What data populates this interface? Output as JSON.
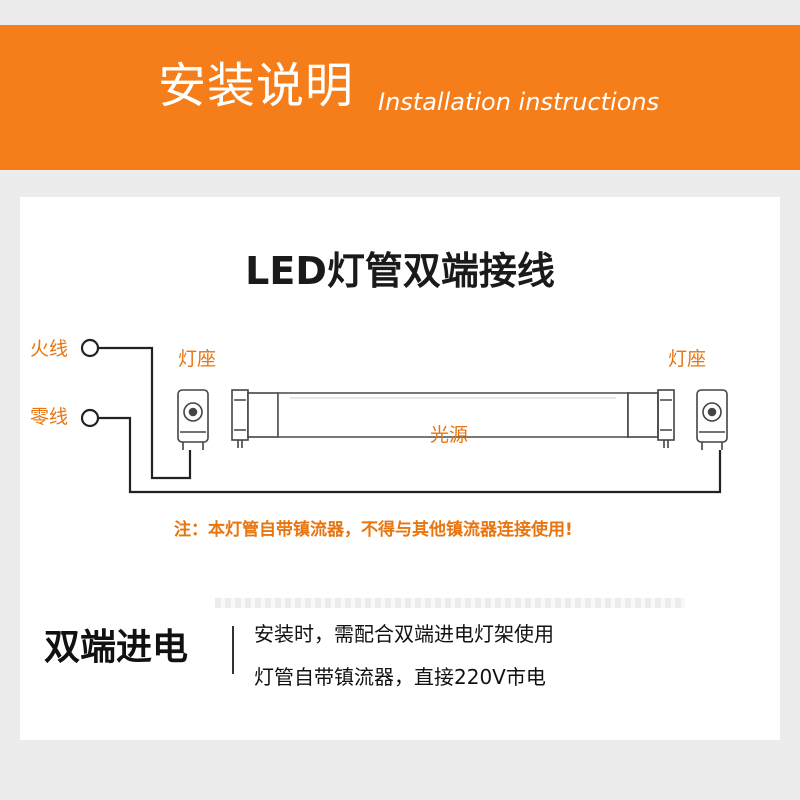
{
  "header": {
    "title_cn": "安装说明",
    "title_en": "Installation instructions",
    "background_color": "#f57e1b"
  },
  "diagram": {
    "title": "LED灯管双端接线",
    "live_wire_label": "火线",
    "neutral_wire_label": "零线",
    "lamp_holder_left_label": "灯座",
    "lamp_holder_right_label": "灯座",
    "light_source_label": "光源",
    "note": "注：本灯管自带镇流器，不得与其他镇流器连接使用!",
    "accent_color": "#e8750f"
  },
  "feature": {
    "title": "双端进电",
    "lines": [
      "安装时，需配合双端进电灯架使用",
      "灯管自带镇流器，直接220V市电"
    ]
  }
}
